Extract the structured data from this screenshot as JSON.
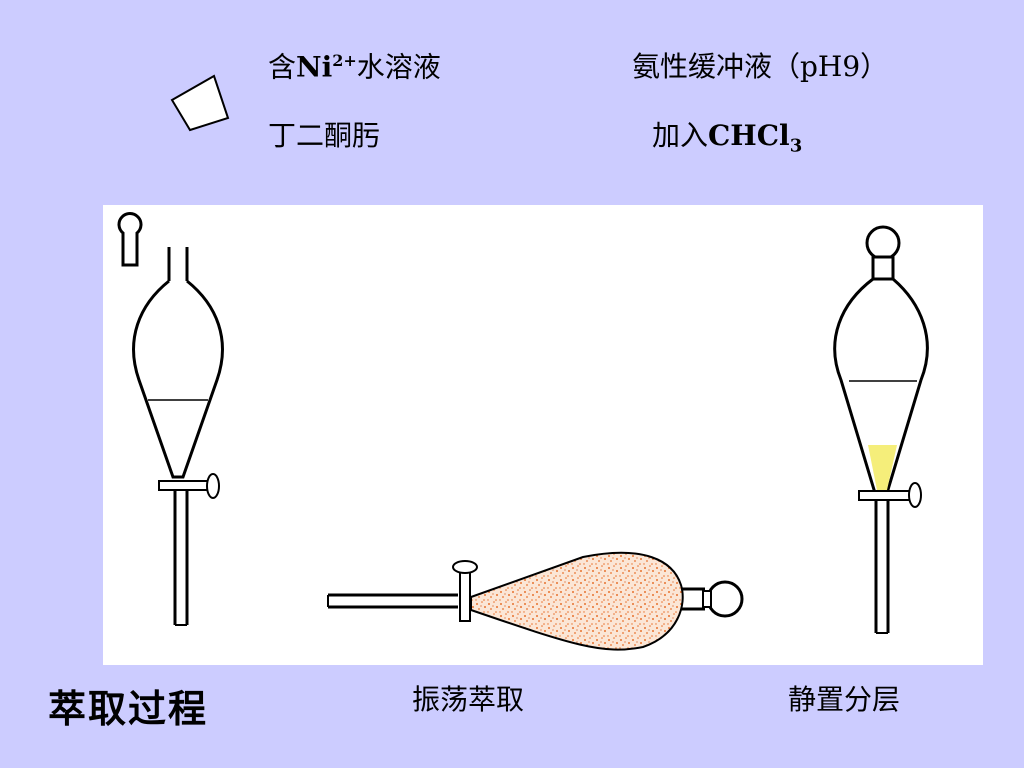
{
  "reagents": {
    "ni_solution_prefix": "含",
    "ni_solution_formula": "Ni",
    "ni_solution_charge": "2+",
    "ni_solution_suffix": "水溶液",
    "buffer": "氨性缓冲液（pH9）",
    "dimethylglyoxime": "丁二酮肟",
    "add_prefix": "加入",
    "chcl3_formula": "CHCl",
    "chcl3_subscript": "3"
  },
  "steps": {
    "title": "萃取过程",
    "shake": "振荡萃取",
    "settle": "静置分层"
  },
  "colors": {
    "background": "#ccccff",
    "panel": "#ffffff",
    "aqueous_layer": "#ffffff",
    "organic_layer": "#f5ee7a",
    "emulsion": "#e8732f"
  },
  "icons": {
    "stopper": "stopper-icon",
    "funnel_left": "separatory-funnel-icon",
    "funnel_shaking": "shaking-funnel-icon",
    "funnel_right": "separatory-funnel-layered-icon"
  }
}
